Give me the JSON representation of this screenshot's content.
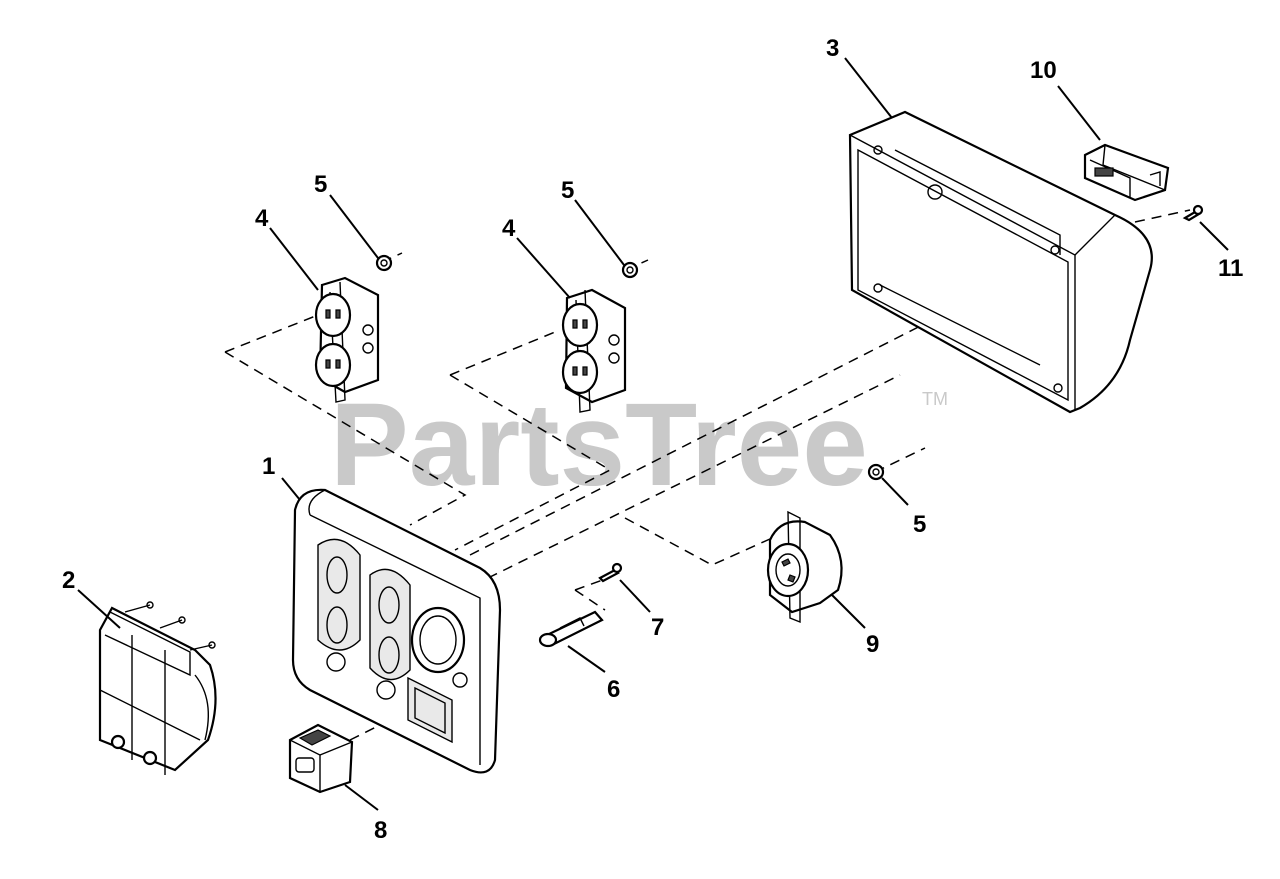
{
  "watermark": {
    "text": "PartsTree",
    "trademark": "TM"
  },
  "callouts": [
    {
      "id": "c1",
      "label": "1"
    },
    {
      "id": "c2",
      "label": "2"
    },
    {
      "id": "c3",
      "label": "3"
    },
    {
      "id": "c4a",
      "label": "4"
    },
    {
      "id": "c4b",
      "label": "4"
    },
    {
      "id": "c5a",
      "label": "5"
    },
    {
      "id": "c5b",
      "label": "5"
    },
    {
      "id": "c5c",
      "label": "5"
    },
    {
      "id": "c6",
      "label": "6"
    },
    {
      "id": "c7",
      "label": "7"
    },
    {
      "id": "c8",
      "label": "8"
    },
    {
      "id": "c9",
      "label": "9"
    },
    {
      "id": "c10",
      "label": "10"
    },
    {
      "id": "c11",
      "label": "11"
    }
  ]
}
